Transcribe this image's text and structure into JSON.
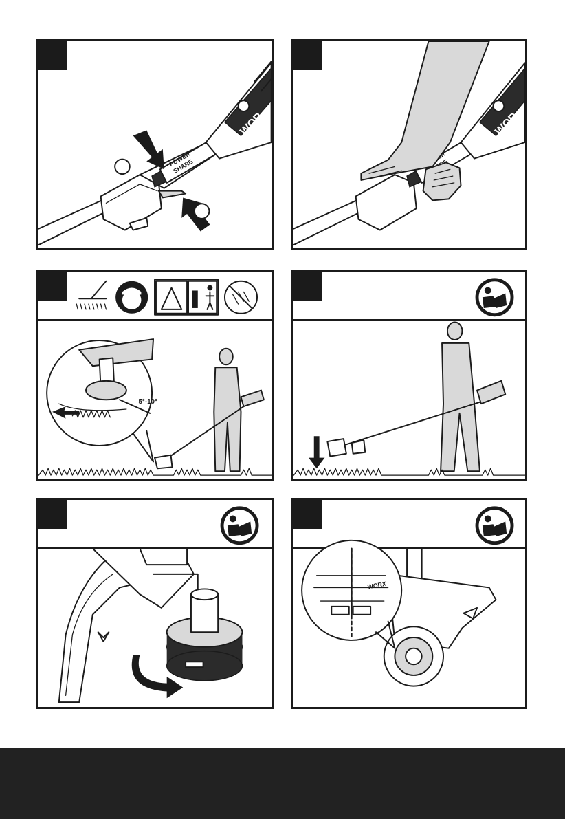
{
  "panels": [
    {
      "id": "A",
      "icons": []
    },
    {
      "id": "B",
      "icons": []
    },
    {
      "id": "C",
      "icons": [
        "trimmer-tilt-icon",
        "face-protection-icon",
        "keep-distance-warning-icon",
        "no-rain-icon"
      ],
      "angle_label": "5°-10°"
    },
    {
      "id": "D",
      "icons": [
        "read-manual-icon"
      ]
    },
    {
      "id": "E",
      "icons": [
        "read-manual-icon"
      ]
    },
    {
      "id": "F",
      "icons": [
        "read-manual-icon"
      ]
    }
  ],
  "colors": {
    "ink": "#1b1b1b",
    "footer": "#222222",
    "tool_gray": "#d9d9d9"
  }
}
